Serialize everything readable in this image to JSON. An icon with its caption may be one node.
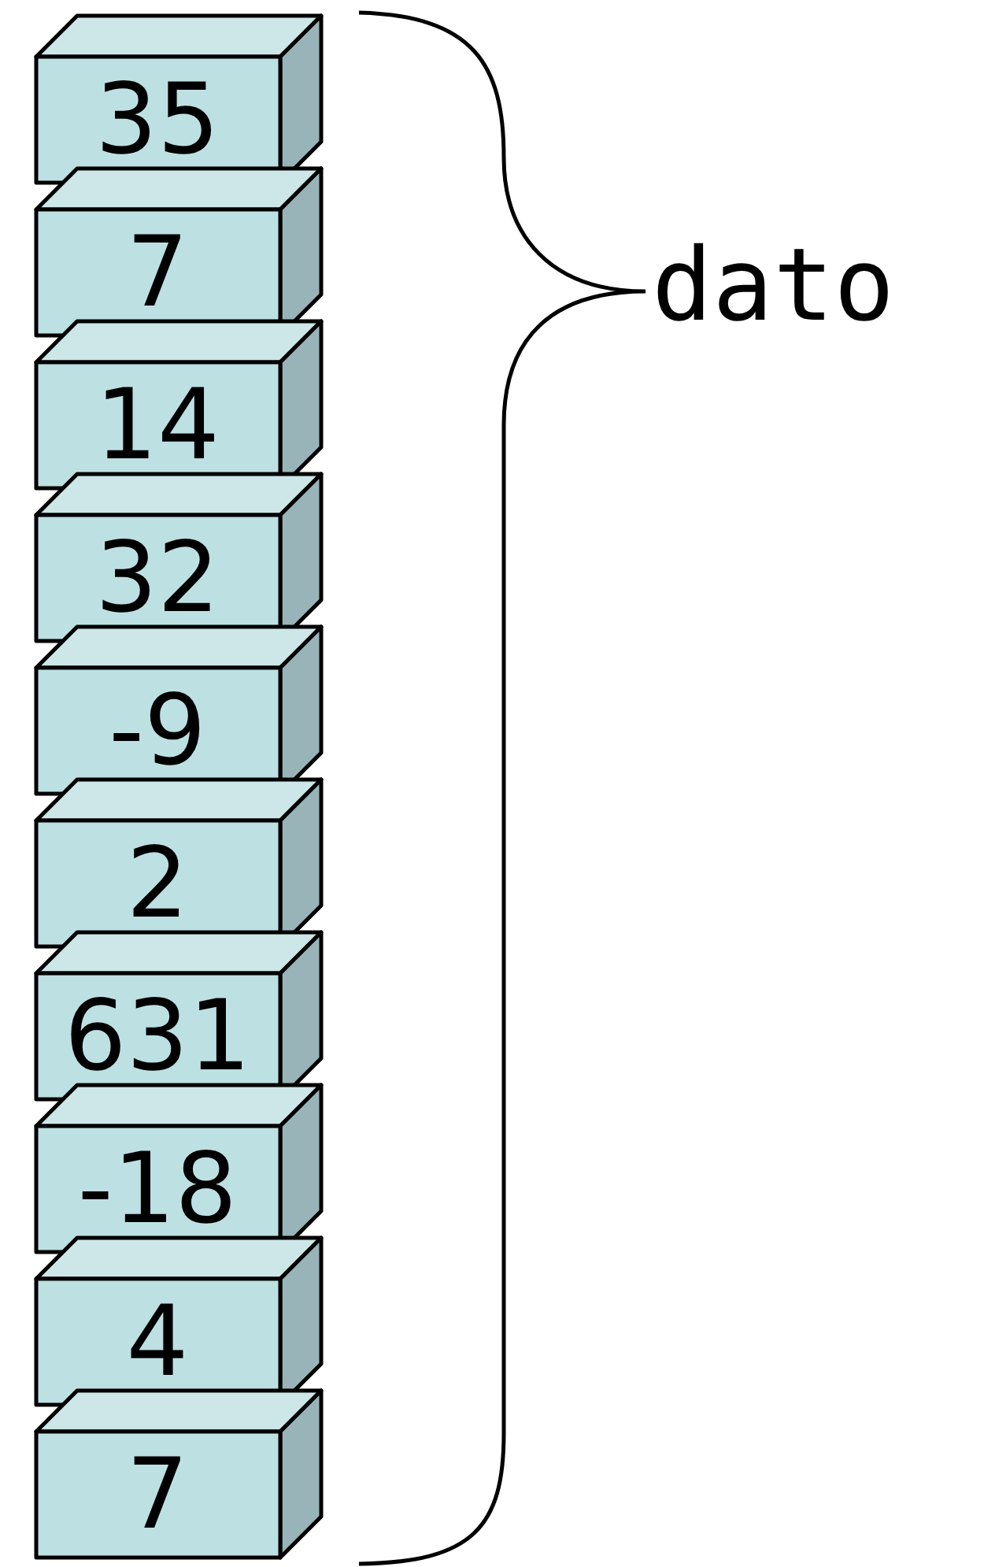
{
  "diagram": {
    "nodes": [
      {
        "text": [
          "35"
        ]
      },
      {
        "text": [
          "7"
        ]
      },
      {
        "text": [
          "14"
        ]
      },
      {
        "text": [
          "32"
        ]
      },
      {
        "text": [
          "-9"
        ]
      },
      {
        "text": [
          "2"
        ]
      },
      {
        "text": [
          "631"
        ]
      },
      {
        "text": [
          "-18"
        ]
      },
      {
        "text": [
          "4"
        ]
      },
      {
        "text": [
          "7"
        ]
      }
    ],
    "labels": [
      "dato"
    ]
  }
}
